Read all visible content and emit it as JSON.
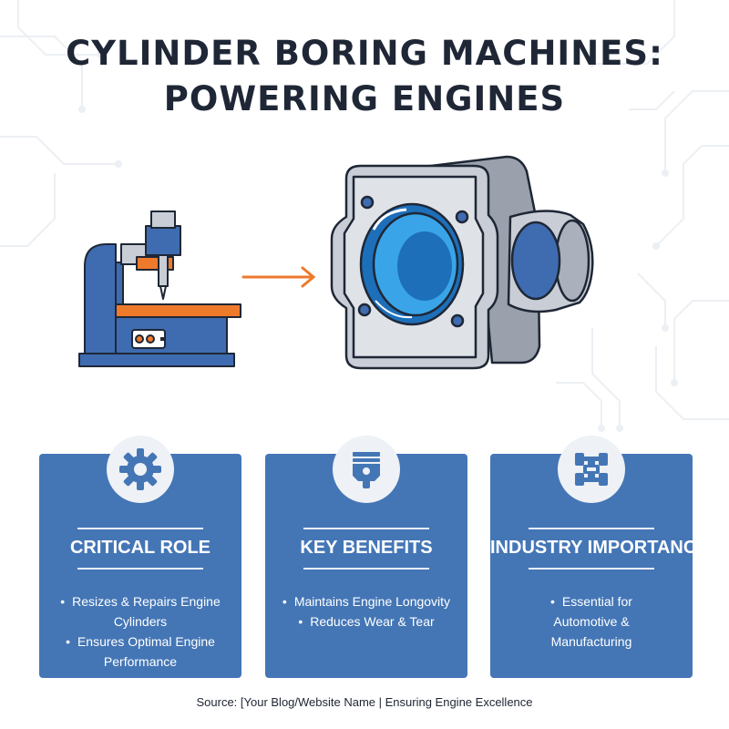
{
  "title": {
    "line1": "CYLINDER BORING MACHINES:",
    "line2": "POWERING ENGINES"
  },
  "illustration": {
    "left": "boring-machine-icon",
    "middle": "arrow-right-icon",
    "right": "engine-block-icon",
    "colors": {
      "machine_blue": "#3f6cb0",
      "accent_orange": "#ee7a2c",
      "metal_gray": "#c9ced6",
      "bore_blue": "#2f9be0"
    }
  },
  "cards": [
    {
      "icon": "gear-icon",
      "heading": "CRITICAL ROLE",
      "bullets": [
        "Resizes & Repairs Engine Cylinders",
        "Ensures Optimal Engine Performance"
      ]
    },
    {
      "icon": "piston-icon",
      "heading": "KEY BENEFITS",
      "bullets": [
        "Maintains Engine Longovity",
        "Reduces Wear & Tear"
      ]
    },
    {
      "icon": "car-chassis-icon",
      "heading": "INDUSTRY IMPORTANCE",
      "bullets": [
        "Essential for Automotive & Manufacturing"
      ]
    }
  ],
  "footer": {
    "source": "Source: [Your Blog/Website Name  |  Ensuring Engine Excellence"
  },
  "colors": {
    "card_blue": "#4476b6",
    "title_dark": "#1f2736"
  }
}
